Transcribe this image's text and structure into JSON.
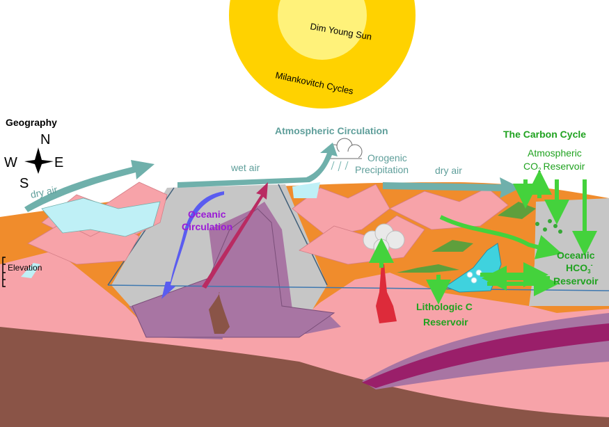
{
  "sun": {
    "inner_label": "Dim Young Sun",
    "outer_label": "Milankovitch Cycles",
    "inner_color": "#fff27a",
    "outer_color": "#ffd200"
  },
  "geography": {
    "title": "Geography",
    "compass": {
      "north": "N",
      "south": "S",
      "east": "E",
      "west": "W"
    }
  },
  "atmosphere": {
    "title": "Atmospheric Circulation",
    "dry_air_left": "dry air",
    "wet_air": "wet air",
    "orogenic_line1": "Orogenic",
    "orogenic_line2": "Precipitation",
    "dry_air_right": "dry air",
    "arrow_color": "#6fb0ab"
  },
  "ocean": {
    "label_line1": "Oceanic",
    "label_line2": "Circulation",
    "label_color": "#9a1bd6",
    "arrow_color": "#5a5cf0"
  },
  "elevation": {
    "label": "Elevation"
  },
  "carbon_cycle": {
    "title": "The Carbon Cycle",
    "atm_line1": "Atmospheric",
    "atm_co": "CO",
    "atm_sub": "2",
    "atm_rest": "Reservoir",
    "ocean_line1": "Oceanic",
    "ocean_hco": "HCO",
    "ocean_sub": "3",
    "ocean_sup": "-",
    "ocean_line3": "Reservoir",
    "litho_line1": "Lithologic C",
    "litho_line2": "Reservoir",
    "color": "#1fa21f",
    "arrow_color": "#44d23c"
  },
  "colors": {
    "crust": "#f08c2c",
    "mountains": "#f7a3a9",
    "mantle": "#8a5447",
    "ridge": "#a875a3",
    "ice": "#bff0f6",
    "ocean_basin": "#c6c6c6",
    "magma": "#dd2b3a"
  }
}
